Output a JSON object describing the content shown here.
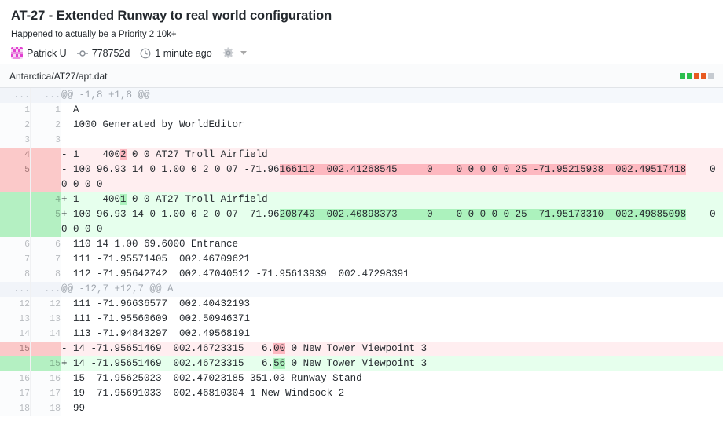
{
  "commit": {
    "title": "AT-27 - Extended Runway to real world configuration",
    "description": "Happened to actually be a Priority 2 10k+",
    "author": "Patrick U",
    "avatar_icon": "identicon-avatar",
    "sha_icon": "git-commit-icon",
    "sha": "778752d",
    "time_icon": "clock-icon",
    "time_ago": "1 minute ago",
    "settings_icon": "gear-icon",
    "settings_caret_icon": "chevron-down-icon",
    "accent_add": "#acf2bd",
    "accent_del": "#fdb8c0"
  },
  "file": {
    "path": "Antarctica/AT27/apt.dat",
    "diffstat": [
      "#2cbe4e",
      "#2cbe4e",
      "#e85a21",
      "#e85a21",
      "#c6cbd1"
    ]
  },
  "diff": {
    "rows": [
      {
        "type": "hunk",
        "old": "...",
        "new": "...",
        "marker": "",
        "parts": [
          {
            "t": "@@ -1,8 +1,8 @@"
          }
        ]
      },
      {
        "type": "ctx",
        "old": "1",
        "new": "1",
        "marker": "",
        "parts": [
          {
            "t": "A"
          }
        ]
      },
      {
        "type": "ctx",
        "old": "2",
        "new": "2",
        "marker": "",
        "parts": [
          {
            "t": "1000 Generated by WorldEditor"
          }
        ]
      },
      {
        "type": "ctx",
        "old": "3",
        "new": "3",
        "marker": "",
        "parts": [
          {
            "t": ""
          }
        ]
      },
      {
        "type": "del",
        "old": "4",
        "new": "",
        "marker": "-",
        "parts": [
          {
            "t": "1    400"
          },
          {
            "t": "2",
            "h": "del"
          },
          {
            "t": " 0 0 AT27 Troll Airfield"
          }
        ]
      },
      {
        "type": "del",
        "old": "5",
        "new": "",
        "marker": "-",
        "parts": [
          {
            "t": "100 96.93 14 0 1.00 0 2 0 07 -71.96"
          },
          {
            "t": "166112  002.41268545     0    0 0 0 0 0 25 -71.95215938  002.49517418",
            "h": "del"
          },
          {
            "t": "    0 0 0 0 0"
          }
        ]
      },
      {
        "type": "add",
        "old": "",
        "new": "4",
        "marker": "+",
        "parts": [
          {
            "t": "1    400"
          },
          {
            "t": "1",
            "h": "add"
          },
          {
            "t": " 0 0 AT27 Troll Airfield"
          }
        ]
      },
      {
        "type": "add",
        "old": "",
        "new": "5",
        "marker": "+",
        "parts": [
          {
            "t": "100 96.93 14 0 1.00 0 2 0 07 -71.96"
          },
          {
            "t": "208740  002.40898373     0    0 0 0 0 0 25 -71.95173310  002.49885098",
            "h": "add"
          },
          {
            "t": "    0 0 0 0 0"
          }
        ]
      },
      {
        "type": "ctx",
        "old": "6",
        "new": "6",
        "marker": "",
        "parts": [
          {
            "t": "110 14 1.00 69.6000 Entrance"
          }
        ]
      },
      {
        "type": "ctx",
        "old": "7",
        "new": "7",
        "marker": "",
        "parts": [
          {
            "t": "111 -71.95571405  002.46709621"
          }
        ]
      },
      {
        "type": "ctx",
        "old": "8",
        "new": "8",
        "marker": "",
        "parts": [
          {
            "t": "112 -71.95642742  002.47040512 -71.95613939  002.47298391"
          }
        ]
      },
      {
        "type": "hunk",
        "old": "...",
        "new": "...",
        "marker": "",
        "parts": [
          {
            "t": "@@ -12,7 +12,7 @@ A"
          }
        ]
      },
      {
        "type": "ctx",
        "old": "12",
        "new": "12",
        "marker": "",
        "parts": [
          {
            "t": "111 -71.96636577  002.40432193"
          }
        ]
      },
      {
        "type": "ctx",
        "old": "13",
        "new": "13",
        "marker": "",
        "parts": [
          {
            "t": "111 -71.95560609  002.50946371"
          }
        ]
      },
      {
        "type": "ctx",
        "old": "14",
        "new": "14",
        "marker": "",
        "parts": [
          {
            "t": "113 -71.94843297  002.49568191"
          }
        ]
      },
      {
        "type": "del",
        "old": "15",
        "new": "",
        "marker": "-",
        "parts": [
          {
            "t": "14 -71.95651469  002.46723315   6."
          },
          {
            "t": "00",
            "h": "del"
          },
          {
            "t": " 0 New Tower Viewpoint 3"
          }
        ]
      },
      {
        "type": "add",
        "old": "",
        "new": "15",
        "marker": "+",
        "parts": [
          {
            "t": "14 -71.95651469  002.46723315   6."
          },
          {
            "t": "56",
            "h": "add"
          },
          {
            "t": " 0 New Tower Viewpoint 3"
          }
        ]
      },
      {
        "type": "ctx",
        "old": "16",
        "new": "16",
        "marker": "",
        "parts": [
          {
            "t": "15 -71.95625023  002.47023185 351.03 Runway Stand"
          }
        ]
      },
      {
        "type": "ctx",
        "old": "17",
        "new": "17",
        "marker": "",
        "parts": [
          {
            "t": "19 -71.95691033  002.46810304 1 New Windsock 2"
          }
        ]
      },
      {
        "type": "ctx",
        "old": "18",
        "new": "18",
        "marker": "",
        "parts": [
          {
            "t": "99"
          }
        ]
      }
    ]
  }
}
